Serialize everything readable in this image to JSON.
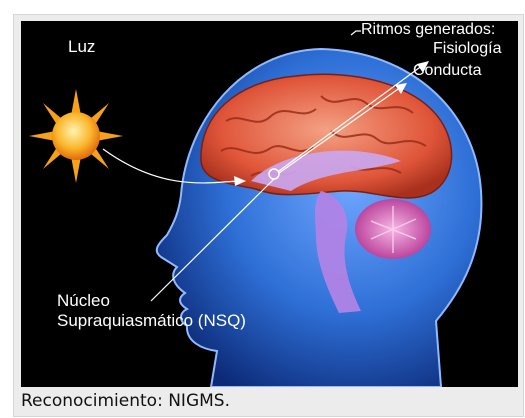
{
  "figure": {
    "sun_label": "Luz",
    "rhythms_heading": "Ritmos generados:",
    "rhythm_items": [
      "Fisiología",
      "Conducta"
    ],
    "nucleus_label_line1": "Núcleo",
    "nucleus_label_line2": "Supraquiasmático (NSQ)",
    "colors": {
      "background": "#000000",
      "head": "#2e6fd6",
      "brain": "#e0563a",
      "sun": "#f7a21a",
      "cerebellum": "#d24fb0"
    }
  },
  "caption": "Reconocimiento: NIGMS."
}
